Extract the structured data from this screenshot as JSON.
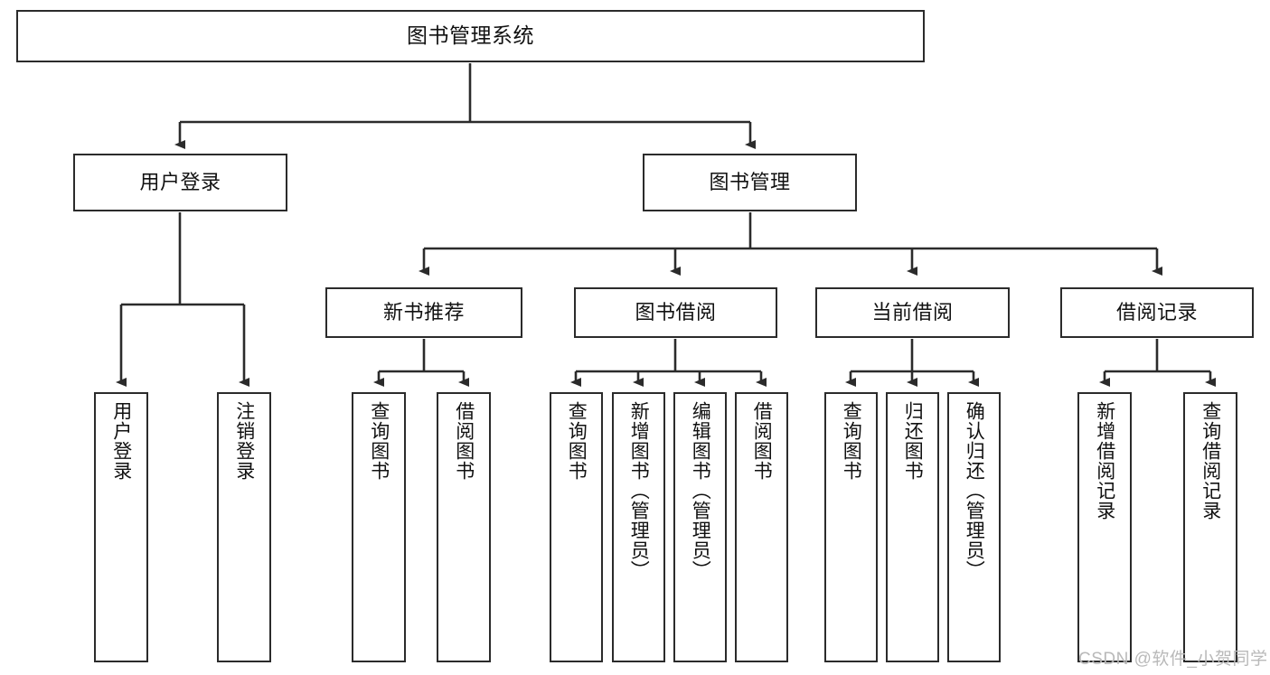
{
  "diagram": {
    "type": "tree",
    "title": "图书管理系统",
    "orientation": "top-down",
    "colors": {
      "node_border": "#2b2b2b",
      "node_fill": "#ffffff",
      "edge": "#2b2b2b",
      "text": "#111111",
      "background": "#ffffff",
      "watermark": "#b9b9b9"
    }
  },
  "nodes": {
    "root": {
      "label": "图书管理系统"
    },
    "level2": [
      {
        "id": "user-login",
        "label": "用户登录"
      },
      {
        "id": "book-manage",
        "label": "图书管理"
      }
    ],
    "level3": [
      {
        "id": "new-book-recommend",
        "label": "新书推荐"
      },
      {
        "id": "book-borrow",
        "label": "图书借阅"
      },
      {
        "id": "current-borrow",
        "label": "当前借阅"
      },
      {
        "id": "borrow-record",
        "label": "借阅记录"
      }
    ],
    "leaves": [
      {
        "id": "leaf-user-login",
        "label": "用户登录",
        "parent": "user-login"
      },
      {
        "id": "leaf-logout-login",
        "label": "注销登录",
        "parent": "user-login"
      },
      {
        "id": "leaf-query-book-1",
        "label": "查询图书",
        "parent": "new-book-recommend"
      },
      {
        "id": "leaf-borrow-book-1",
        "label": "借阅图书",
        "parent": "new-book-recommend"
      },
      {
        "id": "leaf-query-book-2",
        "label": "查询图书",
        "parent": "book-borrow"
      },
      {
        "id": "leaf-add-book",
        "label": "新增图书（管理员）",
        "parent": "book-borrow"
      },
      {
        "id": "leaf-edit-book",
        "label": "编辑图书（管理员）",
        "parent": "book-borrow"
      },
      {
        "id": "leaf-borrow-book-2",
        "label": "借阅图书",
        "parent": "book-borrow"
      },
      {
        "id": "leaf-query-book-3",
        "label": "查询图书",
        "parent": "current-borrow"
      },
      {
        "id": "leaf-return-book",
        "label": "归还图书",
        "parent": "current-borrow"
      },
      {
        "id": "leaf-confirm-return",
        "label": "确认归还（管理员）",
        "parent": "current-borrow"
      },
      {
        "id": "leaf-add-record",
        "label": "新增借阅记录",
        "parent": "borrow-record"
      },
      {
        "id": "leaf-query-record",
        "label": "查询借阅记录",
        "parent": "borrow-record"
      }
    ]
  },
  "watermark": {
    "text": "CSDN @软件_小贺同学"
  }
}
